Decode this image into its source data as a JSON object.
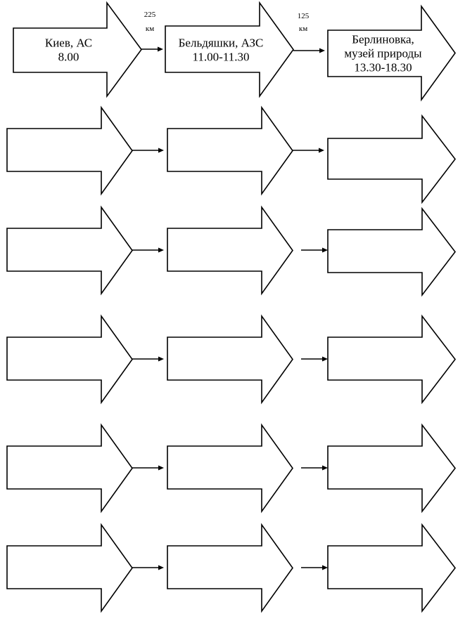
{
  "rows": [
    {
      "stops": [
        {
          "lines": [
            "Киев, АС",
            "8.00"
          ]
        },
        {
          "lines": [
            "Бельдяшки, АЗС",
            "11.00-11.30"
          ]
        },
        {
          "lines": [
            "Берлиновка,",
            "музей природы",
            "13.30-18.30"
          ]
        }
      ],
      "distances": [
        {
          "value": "225",
          "unit": "км"
        },
        {
          "value": "125",
          "unit": "км"
        }
      ]
    },
    {
      "stops": [
        {
          "lines": []
        },
        {
          "lines": []
        },
        {
          "lines": []
        }
      ],
      "distances": [
        {
          "value": "",
          "unit": ""
        },
        {
          "value": "",
          "unit": ""
        }
      ]
    },
    {
      "stops": [
        {
          "lines": []
        },
        {
          "lines": []
        },
        {
          "lines": []
        }
      ],
      "distances": [
        {
          "value": "",
          "unit": ""
        },
        {
          "value": "",
          "unit": ""
        }
      ]
    },
    {
      "stops": [
        {
          "lines": []
        },
        {
          "lines": []
        },
        {
          "lines": []
        }
      ],
      "distances": [
        {
          "value": "",
          "unit": ""
        },
        {
          "value": "",
          "unit": ""
        }
      ]
    },
    {
      "stops": [
        {
          "lines": []
        },
        {
          "lines": []
        },
        {
          "lines": []
        }
      ],
      "distances": [
        {
          "value": "",
          "unit": ""
        },
        {
          "value": "",
          "unit": ""
        }
      ]
    },
    {
      "stops": [
        {
          "lines": []
        },
        {
          "lines": []
        },
        {
          "lines": []
        }
      ],
      "distances": [
        {
          "value": "",
          "unit": ""
        },
        {
          "value": "",
          "unit": ""
        }
      ]
    }
  ]
}
